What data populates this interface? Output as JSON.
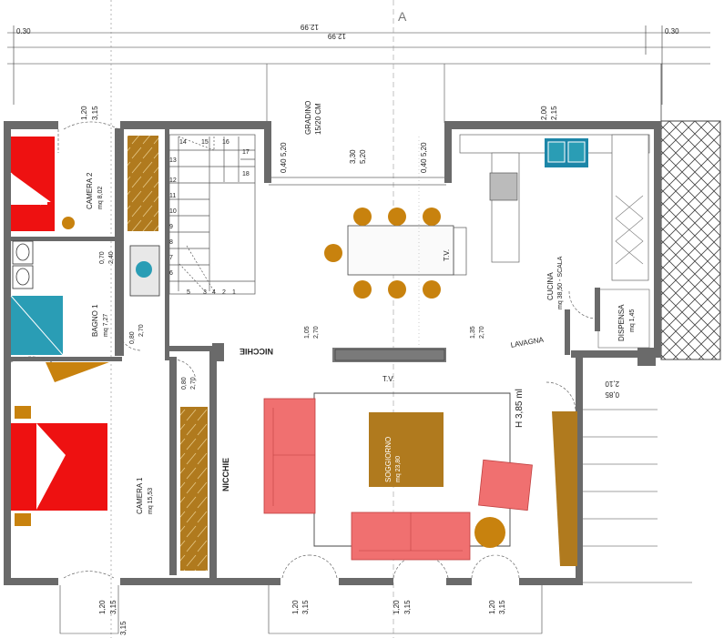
{
  "top_dims": {
    "overall": "12.99",
    "overall_top": "12.99",
    "margin_left": "0.30",
    "margin_right": "0.30",
    "section": "A"
  },
  "rooms": {
    "camera2": {
      "name": "CAMERA 2",
      "area": "mq 8,02"
    },
    "bagno1": {
      "name": "BAGNO 1",
      "area": "mq 7,27"
    },
    "camera1": {
      "name": "CAMERA 1",
      "area": "mq 15,53"
    },
    "cucina": {
      "name": "CUCINA",
      "area": "mq 38,50 - SCALA"
    },
    "dispensa": {
      "name": "DISPENSA",
      "area": "mq 1,45"
    },
    "soggiorno": {
      "name": "SOGGIORNO",
      "area": "mq 23,80"
    }
  },
  "labels": {
    "gradino": "GRADINO",
    "gradino_size": "15/20 CM",
    "nicchie_h": "NICCHIE",
    "nicchie_v": "NICCHIE",
    "lavagna": "LAVAGNA",
    "tv_kitchen": "T.V.",
    "tv_living": "T.V.",
    "height": "H 3,85 ml"
  },
  "stair_numbers": [
    "1",
    "2",
    "3",
    "4",
    "5",
    "6",
    "7",
    "8",
    "9",
    "10",
    "11",
    "12",
    "13",
    "14",
    "15",
    "16",
    "17",
    "18"
  ],
  "dims": {
    "w_top_left_a": "1,20",
    "w_top_left_b": "3,15",
    "w_top_right_a": "2,00",
    "w_top_right_b": "2,15",
    "open_a": "3,30",
    "open_b": "5,20",
    "jamb_l_a": "5,20",
    "jamb_l_b": "0,40",
    "jamb_r_a": "5,20",
    "jamb_r_b": "0,40",
    "cam2_door_a": "0,70",
    "cam2_door_b": "2,40",
    "bagno_door_a": "0,80",
    "bagno_door_b": "2,70",
    "corr_a": "0,80",
    "corr_b": "2,70",
    "nicchie_a": "1,05",
    "nicchie_b": "2,70",
    "open_living_a": "1,35",
    "open_living_b": "2,70",
    "side_door_a": "0,85",
    "side_door_b": "2,10",
    "bot1_a": "1,20",
    "bot1_b": "3,15",
    "bot1_c": "3,15",
    "bot2_a": "1,20",
    "bot2_b": "3,15",
    "bot3_a": "1,20",
    "bot3_b": "3,15",
    "bot4_a": "1,20",
    "bot4_b": "3,15"
  },
  "colors": {
    "bed": "#ee1111",
    "sofa": "#f07070",
    "wood": "#b07a1e",
    "bath": "#2a9db5",
    "wall": "#555555",
    "stool": "#c8820e"
  }
}
